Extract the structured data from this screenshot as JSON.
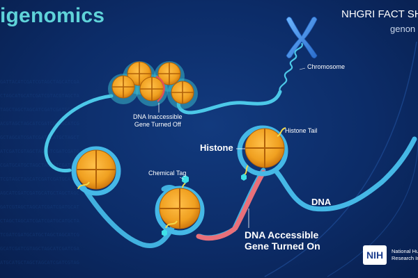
{
  "title": "igenomics",
  "header": {
    "fact_sheet": "NHGRI FACT SH",
    "site": "genon"
  },
  "labels": {
    "chromosome": "Chromosome",
    "dna_inaccessible_line1": "DNA Inaccessible",
    "dna_inaccessible_line2": "Gene Turned Off",
    "histone_tail": "Histone Tail",
    "histone": "Histone",
    "chemical_tag": "Chemical Tag",
    "dna": "DNA",
    "dna_accessible_line1": "DNA Accessible",
    "dna_accessible_line2": "Gene Turned On"
  },
  "logo": {
    "mark": "NIH",
    "line1": "National Hum",
    "line2": "Research Ins"
  },
  "colors": {
    "background": "#0c2c68",
    "title": "#5fd3d9",
    "dna_strand": "#4cc8e8",
    "dna_off_segment": "#e0525a",
    "dna_on_segment": "#e8707a",
    "histone": "#f0a020",
    "chromosome": "#3f8fe0",
    "chemical_tag": "#3ee0e8",
    "histone_tail": "#f2d84a"
  }
}
